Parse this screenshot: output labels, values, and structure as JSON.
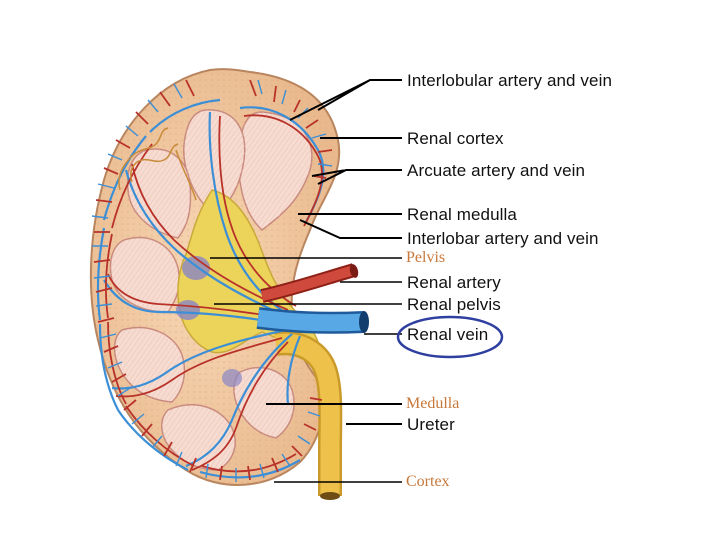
{
  "labels": {
    "interlobular": "Interlobular artery and vein",
    "renal_cortex": "Renal cortex",
    "arcuate": "Arcuate artery and vein",
    "renal_medulla": "Renal medulla",
    "interlobar": "Interlobar artery and vein",
    "pelvis": "Pelvis",
    "renal_artery": "Renal artery",
    "renal_pelvis": "Renal pelvis",
    "renal_vein": "Renal vein",
    "medulla": "Medulla",
    "ureter": "Ureter",
    "cortex": "Cortex"
  },
  "colors": {
    "overlay_label": "#c8783a",
    "highlight_circle": "#2f3fa0",
    "artery": "#b8322a",
    "vein": "#3c8fd6",
    "ureter": "#e3b43a",
    "cortex": "#f3cba2",
    "medulla": "#f6dcd0",
    "pelvis_fill": "#ecd35a"
  }
}
